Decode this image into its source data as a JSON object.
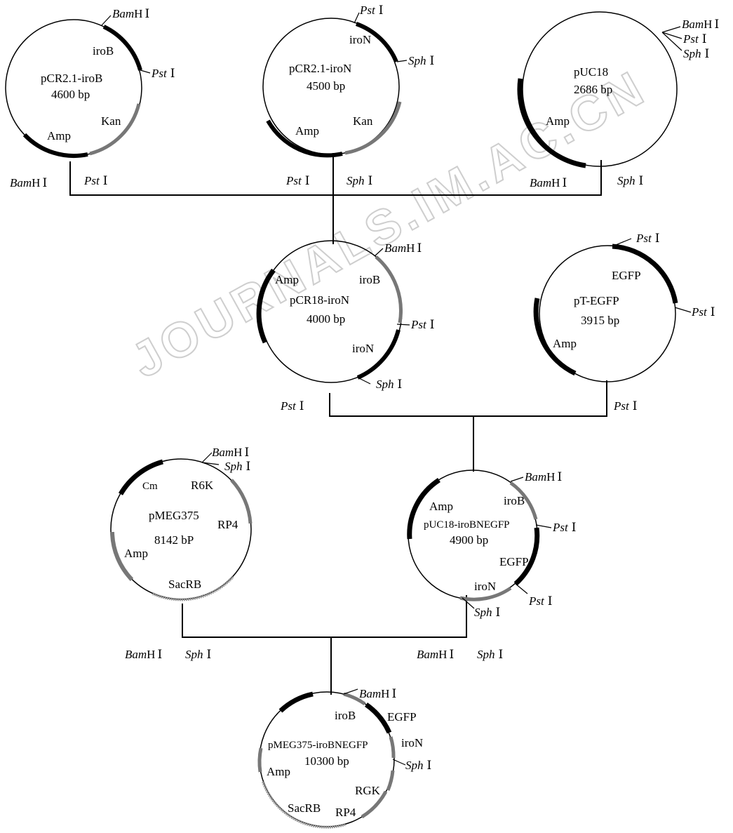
{
  "watermark": "JOURNALS.IM.AC.CN",
  "plasmids": {
    "p1": {
      "name": "pCR2.1-iroB",
      "size": "4600 bp",
      "genes": {
        "a": "iroB",
        "b": "Kan",
        "c": "Amp"
      },
      "sites": {
        "top": "Bam",
        "right": "Pst"
      }
    },
    "p2": {
      "name": "pCR2.1-iroN",
      "size": "4500 bp",
      "genes": {
        "a": "iroN",
        "b": "Kan",
        "c": "Amp"
      },
      "sites": {
        "top": "Pst",
        "right": "Sph"
      }
    },
    "p3": {
      "name": "pUC18",
      "size": "2686 bp",
      "genes": {
        "a": "Amp"
      },
      "sites": {
        "s1": "Bam",
        "s2": "Pst",
        "s3": "Sph"
      }
    },
    "p4": {
      "name": "pCR18-iroN",
      "size": "4000 bp",
      "genes": {
        "a": "Amp",
        "b": "iroB",
        "c": "iroN"
      },
      "sites": {
        "top": "Bam",
        "mid": "Pst",
        "bot": "Sph"
      }
    },
    "p5": {
      "name": "pT-EGFP",
      "size": "3915 bp",
      "genes": {
        "a": "EGFP",
        "b": "Amp"
      },
      "sites": {
        "top": "Pst",
        "right": "Pst"
      }
    },
    "p6": {
      "name": "pMEG375",
      "size": "8142 bP",
      "genes": {
        "a": "Cm",
        "b": "R6K",
        "c": "RP4",
        "d": "Amp",
        "e": "SacRB"
      },
      "sites": {
        "s1": "Bam",
        "s2": "Sph"
      }
    },
    "p7": {
      "name": "pUC18-iroBNEGFP",
      "size": "4900 bp",
      "genes": {
        "a": "Amp",
        "b": "iroB",
        "c": "EGFP",
        "d": "iroN"
      },
      "sites": {
        "top": "Bam",
        "mid": "Pst",
        "low": "Pst",
        "bot": "Sph"
      }
    },
    "p8": {
      "name": "pMEG375-iroBNEGFP",
      "size": "10300 bp",
      "genes": {
        "a": "iroB",
        "b": "EGFP",
        "c": "iroN",
        "d": "Amp",
        "e": "RGK",
        "f": "SacRB",
        "g": "RP4"
      },
      "sites": {
        "top": "Bam",
        "mid": "Sph"
      }
    }
  },
  "cuts": {
    "row1": {
      "a": "Bam",
      "b": "Pst",
      "c": "Pst",
      "d": "Sph",
      "e": "Bam",
      "f": "Sph"
    },
    "row2": {
      "a": "Pst",
      "b": "Pst"
    },
    "row3": {
      "a": "Bam",
      "b": "Sph",
      "c": "Bam",
      "d": "Sph"
    }
  },
  "suffix": {
    "H": "H",
    "I": "Ⅰ"
  }
}
